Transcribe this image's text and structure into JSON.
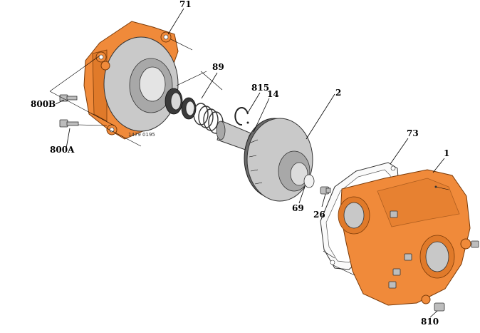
{
  "diagram": {
    "part_labels": {
      "p71": "71",
      "p89": "89",
      "p815": "815",
      "p14": "14",
      "p2": "2",
      "p73": "73",
      "p1": "1",
      "p800B": "800B",
      "p800A": "800A",
      "p69": "69",
      "p26": "26",
      "p810": "810"
    },
    "drawing_code": "1479 0195",
    "colors": {
      "housing": "#f08a3a",
      "metal": "#c9c9c9",
      "seal": "#3a3a3a"
    }
  }
}
